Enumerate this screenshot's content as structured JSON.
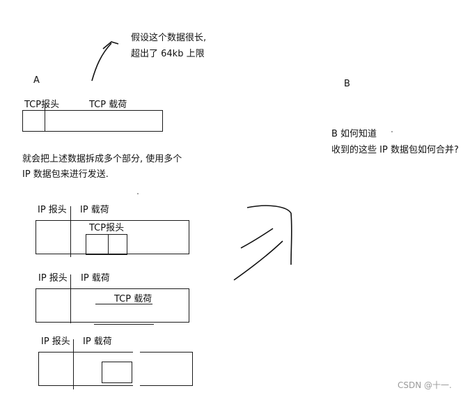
{
  "annotations": {
    "long_data_line1": "假设这个数据很长,",
    "long_data_line2": "超出了 64kb 上限",
    "host_a": "A",
    "host_b": "B",
    "question_line1": "B 如何知道",
    "question_line2": "收到的这些 IP 数据包如何合并?",
    "split_line1": "就会把上述数据拆成多个部分, 使用多个",
    "split_line2": "IP 数据包来进行发送."
  },
  "tcp_segment": {
    "header_label": "TCP报头",
    "payload_label": "TCP 载荷"
  },
  "ip_packets": [
    {
      "header_label": "IP 报头",
      "payload_label": "IP 载荷",
      "inner_label": "TCP报头"
    },
    {
      "header_label": "IP 报头",
      "payload_label": "IP 载荷",
      "inner_label": "TCP 载荷"
    },
    {
      "header_label": "IP 报头",
      "payload_label": "IP 载荷"
    }
  ],
  "watermark": "CSDN @十一."
}
